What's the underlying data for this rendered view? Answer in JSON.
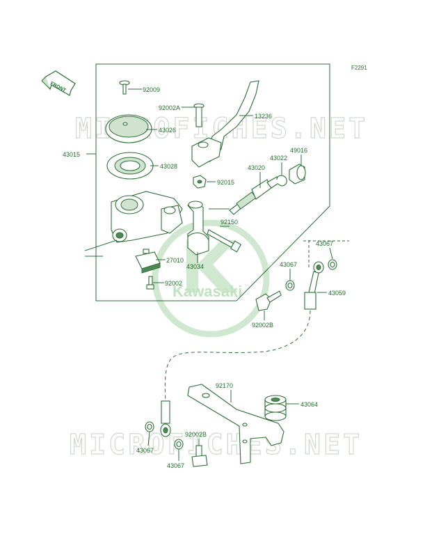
{
  "figure_code": "F2291",
  "front_arrow_label": "FRONT",
  "watermark_text": "MICROFICHES.NET",
  "brand_text": "Kawasaki",
  "colors": {
    "line": "#2a6e33",
    "label": "#1f6e2a",
    "watermark": "#cfd8cf",
    "logo": "#bfe3bf"
  },
  "parts": [
    {
      "number": "92009"
    },
    {
      "number": "92002A"
    },
    {
      "number": "13236"
    },
    {
      "number": "43026"
    },
    {
      "number": "43015"
    },
    {
      "number": "43028"
    },
    {
      "number": "43022"
    },
    {
      "number": "49016"
    },
    {
      "number": "43020"
    },
    {
      "number": "92015"
    },
    {
      "number": "92150"
    },
    {
      "number": "43067"
    },
    {
      "number": "27010"
    },
    {
      "number": "43034"
    },
    {
      "number": "43067"
    },
    {
      "number": "92002"
    },
    {
      "number": "43059"
    },
    {
      "number": "92002B"
    },
    {
      "number": "92170"
    },
    {
      "number": "43064"
    },
    {
      "number": "92002B"
    },
    {
      "number": "43067"
    },
    {
      "number": "43067"
    }
  ]
}
